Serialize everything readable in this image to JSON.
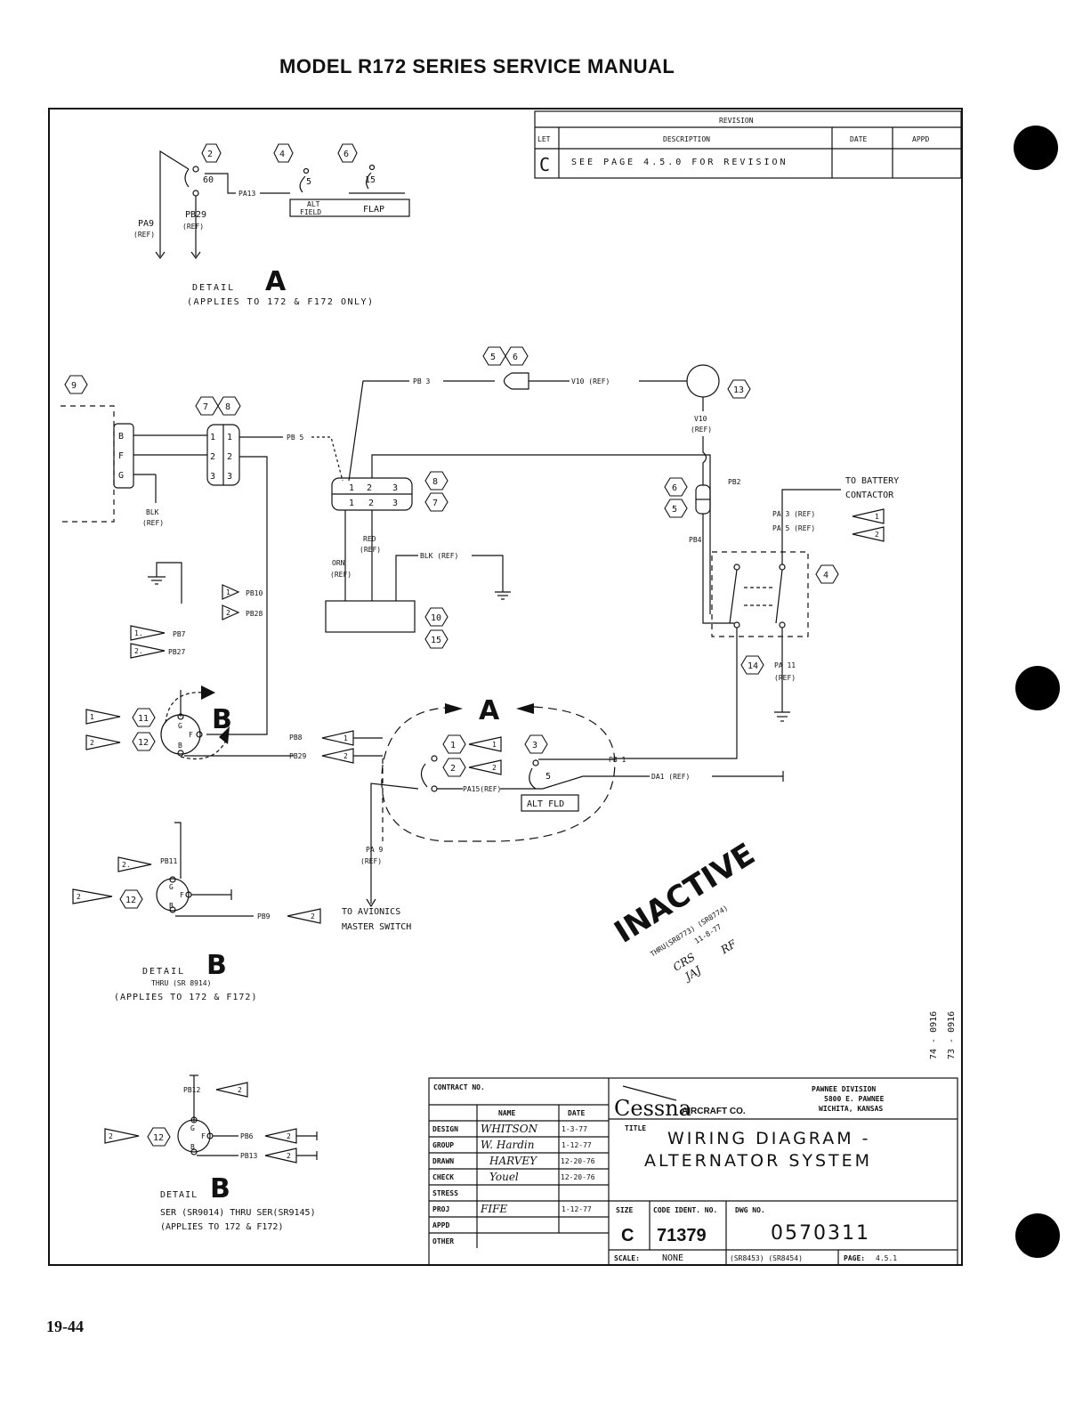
{
  "header": {
    "title": "MODEL R172 SERIES SERVICE MANUAL"
  },
  "page_number": "19-44",
  "revision_block": {
    "title": "REVISION",
    "col_let": "LET",
    "col_description": "DESCRIPTION",
    "col_date": "DATE",
    "col_appd": "APPD",
    "row_let": "C",
    "row_description": "SEE PAGE 4.5.0 FOR REVISION"
  },
  "detail_a": {
    "title_word": "DETAIL",
    "title_letter": "A",
    "applies": "(APPLIES TO 172 & F172 ONLY)",
    "hex": [
      "2",
      "4",
      "6"
    ],
    "sw_alt": "5",
    "sw_flap": "15",
    "label_alt": "ALT",
    "label_field": "FIELD",
    "label_flap": "FLAP",
    "wire_pa13": "PA13",
    "wire_pa9": "PA9",
    "wire_pa9_ref": "(REF)",
    "wire_pb29": "PB29",
    "wire_pb29_ref": "(REF)",
    "diode": "60"
  },
  "main": {
    "hex9": "9",
    "hex7": "7",
    "hex8": "8",
    "hex5": "5",
    "hex6": "6",
    "hex13": "13",
    "hex8b": "8",
    "hex7b": "7",
    "hex6b": "6",
    "hex5b": "5",
    "hex4": "4",
    "hex14": "14",
    "hex10": "10",
    "hex15": "15",
    "hex11": "11",
    "hex12": "12",
    "hex1": "1",
    "hex2": "2",
    "hex3": "3",
    "alt_b": "B",
    "alt_f": "F",
    "alt_g": "G",
    "conn_1": "1",
    "conn_2": "2",
    "conn_3": "3",
    "wire_pb3": "PB 3",
    "wire_v10_ref": "V10 (REF)",
    "wire_v10": "V10",
    "wire_v10_ref2": "(REF)",
    "wire_pb5": "PB 5",
    "wire_pb2": "PB2",
    "wire_pb4": "PB4",
    "to_battery_1": "TO BATTERY",
    "to_battery_2": "CONTACTOR",
    "pa3_ref": "PA 3 (REF)",
    "pa5_ref": "PA 5 (REF)",
    "tri1": "1",
    "tri2": "2",
    "blk": "BLK",
    "blk_ref": "(REF)",
    "red": "RED",
    "red_ref": "(REF)",
    "orn": "ORN",
    "orn_ref": "(REF)",
    "blk_ref2": "BLK (REF)",
    "pb10": "PB10",
    "pb28": "PB28",
    "pb7": "PB7",
    "pb27": "PB27",
    "pa11": "PA 11",
    "pa11_ref": "(REF)",
    "pb8": "PB8",
    "pb29": "PB29",
    "pb1": "PB 1",
    "da1_ref": "DA1 (REF)",
    "pa15_ref": "PA15(REF)",
    "alt_fld": "ALT FLD",
    "pa9": "PA 9",
    "pa9_ref": "(REF)",
    "to_avionics_1": "TO AVIONICS",
    "to_avionics_2": "MASTER SWITCH",
    "detail_letter_a": "A",
    "detail_letter_b": "B",
    "reg_g": "G",
    "reg_f": "F",
    "reg_b": "B",
    "sw_5": "5"
  },
  "detail_b1": {
    "title_word": "DETAIL",
    "title_letter": "B",
    "serial": "THRU (SR 8914)",
    "applies": "(APPLIES TO 172 & F172)",
    "pb11": "PB11",
    "pb9": "PB9",
    "tri2": "2",
    "hex12": "12",
    "g": "G",
    "f": "F",
    "b": "B"
  },
  "detail_b2": {
    "title_word": "DETAIL",
    "title_letter": "B",
    "serial": "SER (SR9014) THRU SER(SR9145)",
    "applies": "(APPLIES TO 172 & F172)",
    "pb12": "PB12",
    "pb6": "PB6",
    "pb13": "PB13",
    "tri2": "2",
    "hex12": "12",
    "g": "G",
    "f": "F",
    "b": "B"
  },
  "stamp": {
    "word": "INACTIVE",
    "line1": "THRU(SR8773) (SR8774)",
    "line2": "11-8-77",
    "line3": "CRS",
    "line4": "JAJ",
    "line5": "RF"
  },
  "side_numbers": {
    "n1": "74 - 0916",
    "n2": "73 - 0916"
  },
  "title_block": {
    "contract_no": "CONTRACT NO.",
    "col_name": "NAME",
    "col_date": "DATE",
    "rows": [
      {
        "role": "DESIGN",
        "name": "WHITSON",
        "date": "1-3-77"
      },
      {
        "role": "GROUP",
        "name": "W. Hardin",
        "date": "1-12-77"
      },
      {
        "role": "DRAWN",
        "name": "HARVEY",
        "date": "12-20-76"
      },
      {
        "role": "CHECK",
        "name": "Youel",
        "date": "12-20-76"
      },
      {
        "role": "STRESS",
        "name": "",
        "date": ""
      },
      {
        "role": "PROJ",
        "name": "FIFE",
        "date": "1-12-77"
      },
      {
        "role": "APPD",
        "name": "",
        "date": ""
      },
      {
        "role": "OTHER",
        "name": "",
        "date": ""
      }
    ],
    "company": "Cessna",
    "company_suffix": "AIRCRAFT CO.",
    "division_1": "PAWNEE DIVISION",
    "division_2": "5800 E. PAWNEE",
    "division_3": "WICHITA, KANSAS",
    "title_label": "TITLE",
    "title_line1": "WIRING DIAGRAM -",
    "title_line2": "ALTERNATOR SYSTEM",
    "size_label": "SIZE",
    "size_value": "C",
    "code_label": "CODE IDENT. NO.",
    "code_value": "71379",
    "dwg_label": "DWG NO.",
    "dwg_value": "0570311",
    "scale_label": "SCALE:",
    "scale_value": "NONE",
    "serials": "(SR8453) (SR8454)",
    "page_label": "PAGE:",
    "page_value": "4.5.1"
  }
}
